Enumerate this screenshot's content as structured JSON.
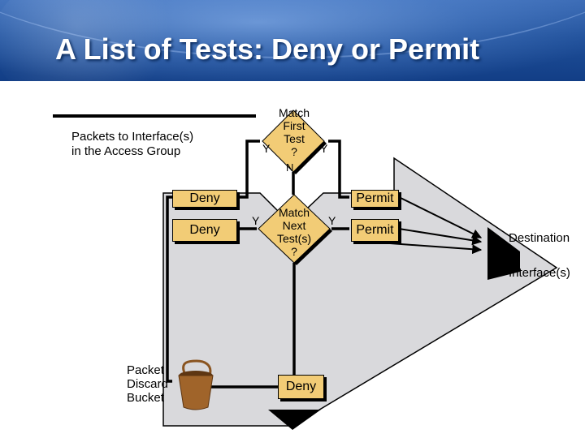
{
  "title": "A List of Tests: Deny or Permit",
  "labels": {
    "packets_line1": "Packets to Interface(s)",
    "packets_line2": "in the Access Group",
    "decision1": [
      "Match",
      "First",
      "Test",
      "?"
    ],
    "decision2": [
      "Match",
      "Next",
      "Test(s)",
      "?"
    ],
    "yes": "Y",
    "no": "N",
    "destination": "Destination",
    "interfaces": "Interface(s)",
    "bucket": [
      "Packet",
      "Discard",
      "Bucket"
    ]
  },
  "boxes": {
    "deny_top": "Deny",
    "deny_mid": "Deny",
    "deny_bottom": "Deny",
    "permit_top": "Permit",
    "permit_mid": "Permit"
  },
  "colors": {
    "header": "#1f4f99",
    "panel": "#d9d9dc",
    "box": "#f2cc76",
    "decision": "#f2cc76",
    "bucket": "#a0642a"
  }
}
